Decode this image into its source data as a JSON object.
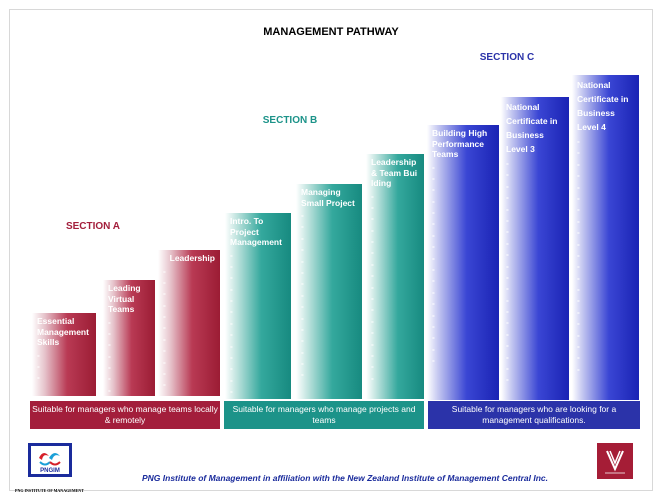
{
  "title": "MANAGEMENT PATHWAY",
  "sections": {
    "a": "SECTION A",
    "b": "SECTION B",
    "c": "SECTION C"
  },
  "columns": [
    {
      "label": "Essential Management Skills",
      "dashes": 3
    },
    {
      "label": "Leading Virtual Teams",
      "dashes": 7
    },
    {
      "label": "Leadership",
      "dashes": 11
    },
    {
      "label": "Intro. To Project Management",
      "dashes": 14
    },
    {
      "label": "Managing Small Project",
      "dashes": 15
    },
    {
      "label": "Leadership & Team Building",
      "dashes": 17
    },
    {
      "label": "Building High Performance Teams",
      "dashes": 18
    },
    {
      "label": "National Certificate in Business Level 3",
      "dashes": 20
    },
    {
      "label": "National Certificate in Business Level 4",
      "dashes": 21
    }
  ],
  "bottom_boxes": {
    "a": "Suitable for managers who manage teams locally & remotely",
    "b": "Suitable for managers who manage projects and teams",
    "c": "Suitable for managers who are looking for a management  qualifications."
  },
  "footer": {
    "text": "PNG Institute of Management in affiliation with the New Zealand Institute of Management Central Inc.",
    "logo_text": "PNGIM",
    "logo_caption": "PNG INSTITUTE OF MANAGEMENT"
  },
  "colors": {
    "section_a": "#a31e3b",
    "section_b": "#1c9389",
    "section_c": "#2b33a9",
    "title": "#000000"
  },
  "icons": [
    "pngim-logo-icon",
    "nzim-crest-icon"
  ]
}
